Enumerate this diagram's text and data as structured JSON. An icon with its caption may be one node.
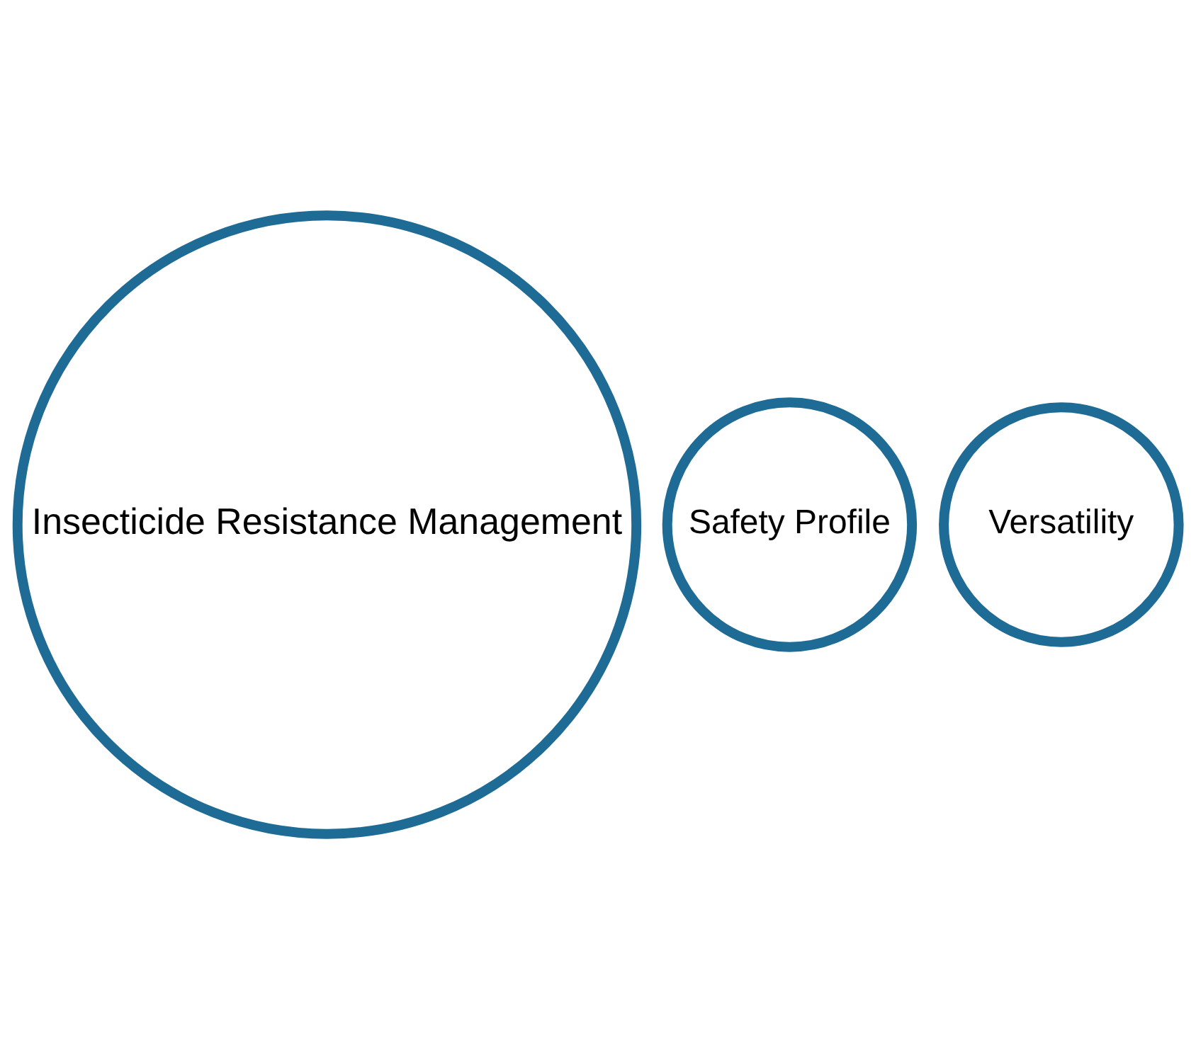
{
  "diagram": {
    "nodes": [
      {
        "text": [
          "Insecticide Resistance Management"
        ]
      },
      {
        "text": [
          "Safety Profile"
        ]
      },
      {
        "text": [
          "Versatility"
        ]
      }
    ]
  }
}
